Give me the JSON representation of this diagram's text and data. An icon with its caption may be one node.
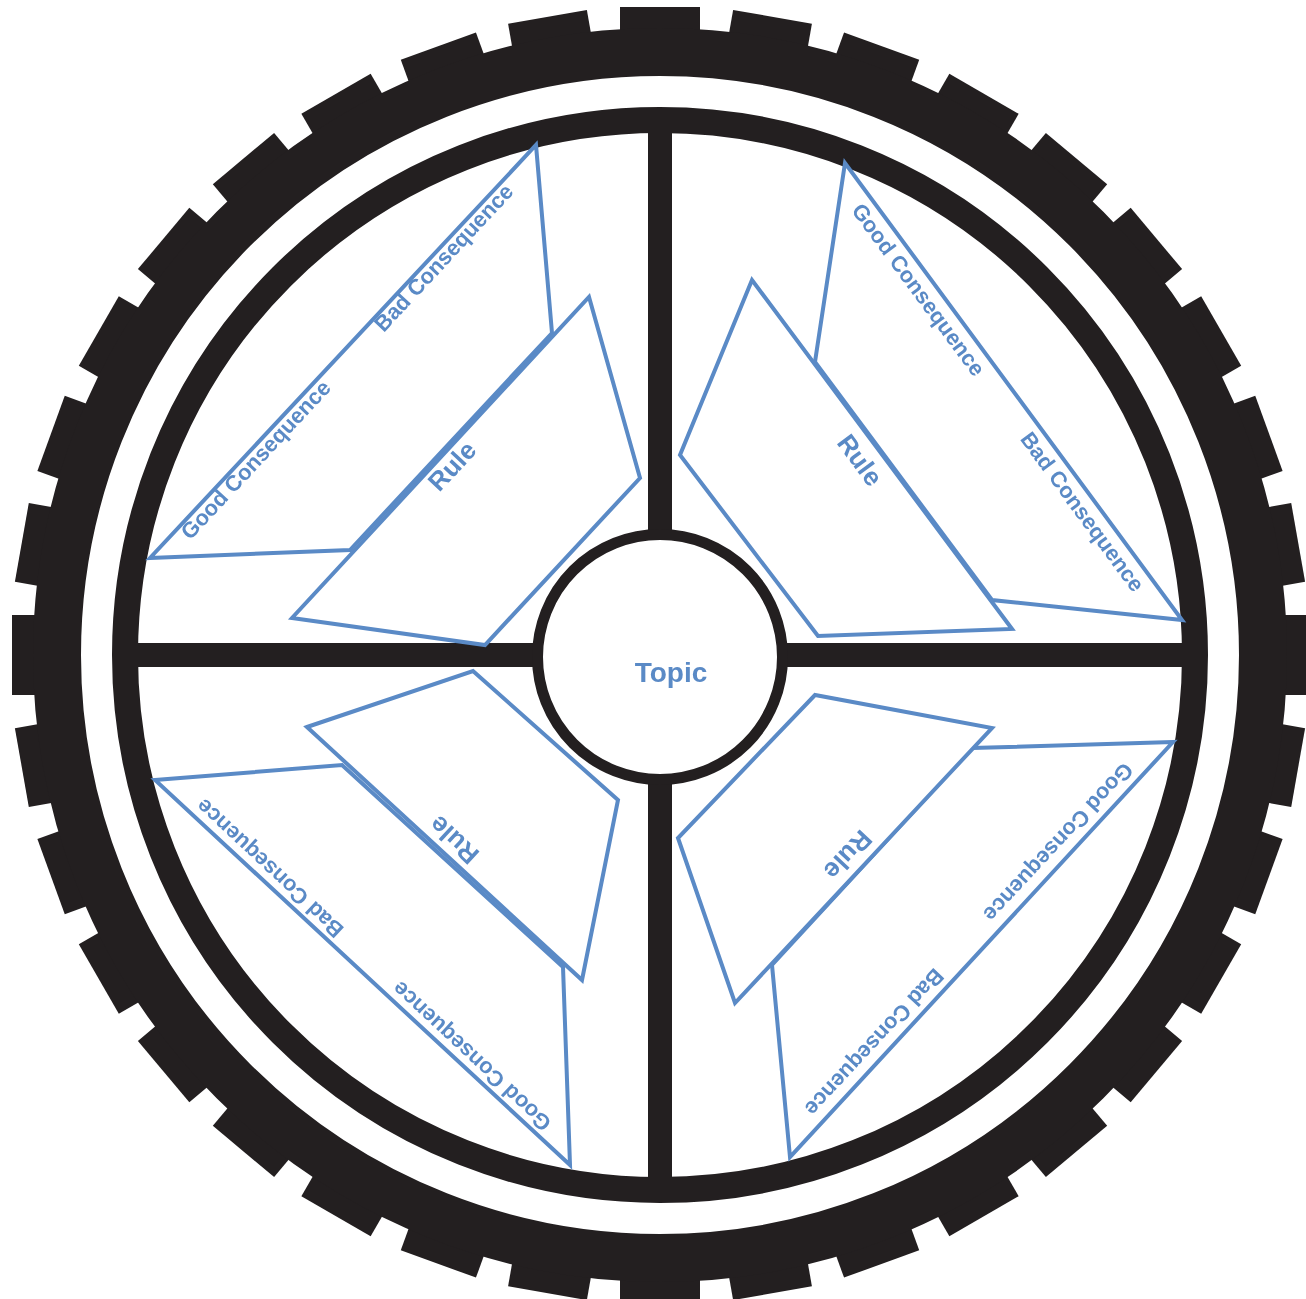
{
  "diagram": {
    "nodes": [
      {
        "text": [
          "Topic"
        ]
      },
      {
        "text": [
          "Good Consequence",
          "Bad Consequence"
        ]
      },
      {
        "text": [
          "Rule"
        ]
      },
      {
        "text": [
          "Good Consequence",
          "Bad Consequence"
        ]
      },
      {
        "text": [
          "Rule"
        ]
      },
      {
        "text": [
          "Bad Consequence",
          "Good Consequence"
        ]
      },
      {
        "text": [
          "Rule"
        ]
      },
      {
        "text": [
          "Good Consequence",
          "Bad Consequence"
        ]
      },
      {
        "text": [
          "Rule"
        ]
      }
    ]
  }
}
